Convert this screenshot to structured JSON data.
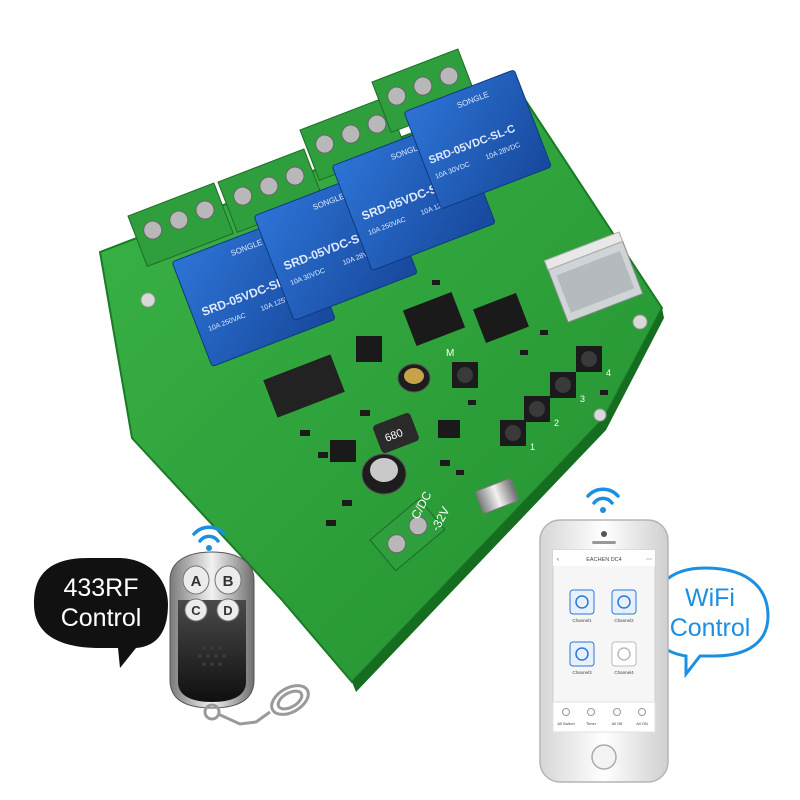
{
  "board": {
    "relay_model": "SRD-05VDC-SL-C",
    "relay_brand": "SONGLE",
    "relay_rating_1": "10A 250VAC",
    "relay_rating_2": "10A 30VDC",
    "relay_rating_3": "10A 125VAC",
    "relay_rating_4": "10A 28VDC",
    "relay_count": 4,
    "inductor_marking": "680",
    "power_label_1": "C/DC",
    "power_label_2": "-32V",
    "button_numbers": [
      "1",
      "2",
      "3",
      "4"
    ],
    "button_m_label": "M"
  },
  "callouts": {
    "rf_line1": "433RF",
    "rf_line2": "Control",
    "wifi_line1": "WiFi",
    "wifi_line2": "Control"
  },
  "phone_app": {
    "title": "EACHEN DC4",
    "channels": [
      "Channel1",
      "Channel2",
      "Channel3",
      "Channel4"
    ],
    "footer": [
      "All Switch",
      "Timer",
      "All Off",
      "All ON"
    ]
  },
  "remote": {
    "buttons": [
      "A",
      "B",
      "C",
      "D"
    ]
  },
  "colors": {
    "pcb": "#2fa53a",
    "relay": "#1f5fc0",
    "terminal": "#2f9e3c",
    "bubble_wifi": "#1c8fe0",
    "bubble_rf": "#111111"
  }
}
